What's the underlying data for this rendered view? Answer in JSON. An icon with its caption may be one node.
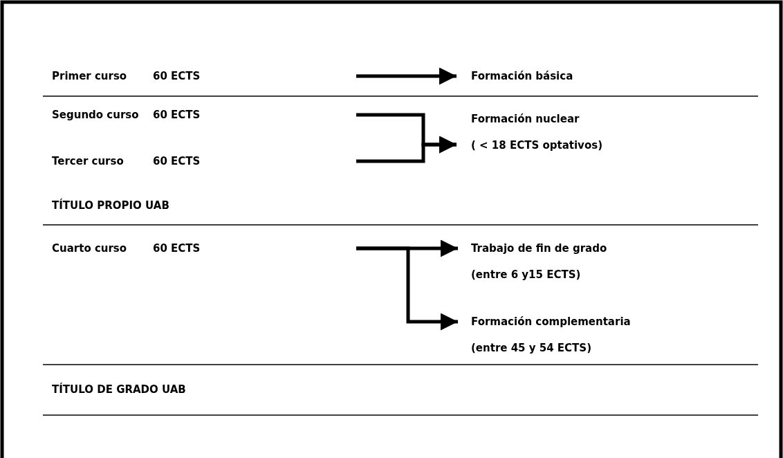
{
  "diagram": {
    "nodes": [
      {
        "text": [
          "60 ECTS"
        ]
      },
      {
        "text": [
          "Formación básica"
        ]
      },
      {
        "text": [
          "60 ECTS"
        ]
      },
      {
        "text": [
          "60 ECTS"
        ]
      },
      {
        "text": [
          "Formación nuclear",
          "( < 18 ECTS optativos)"
        ]
      },
      {
        "text": [
          "60 ECTS"
        ]
      },
      {
        "text": [
          "Trabajo de fin de grado",
          "(entre 6 y15 ECTS)"
        ]
      },
      {
        "text": [
          "Formación complementaria",
          "(entre 45 y 54 ECTS)"
        ]
      }
    ],
    "edges": [
      {
        "from": null,
        "to": 1,
        "arrow": "to"
      },
      {
        "from": null,
        "to": 4,
        "arrow": "to"
      },
      {
        "from": null,
        "to": 4,
        "arrow": "to"
      },
      {
        "from": null,
        "to": 6,
        "arrow": "to"
      },
      {
        "from": null,
        "to": 7,
        "arrow": "to"
      }
    ],
    "labels": [
      "Primer curso",
      "Segundo curso",
      "Tercer curso",
      "TÍTULO PROPIO UAB",
      "Cuarto curso",
      "TÍTULO DE GRADO UAB"
    ]
  }
}
